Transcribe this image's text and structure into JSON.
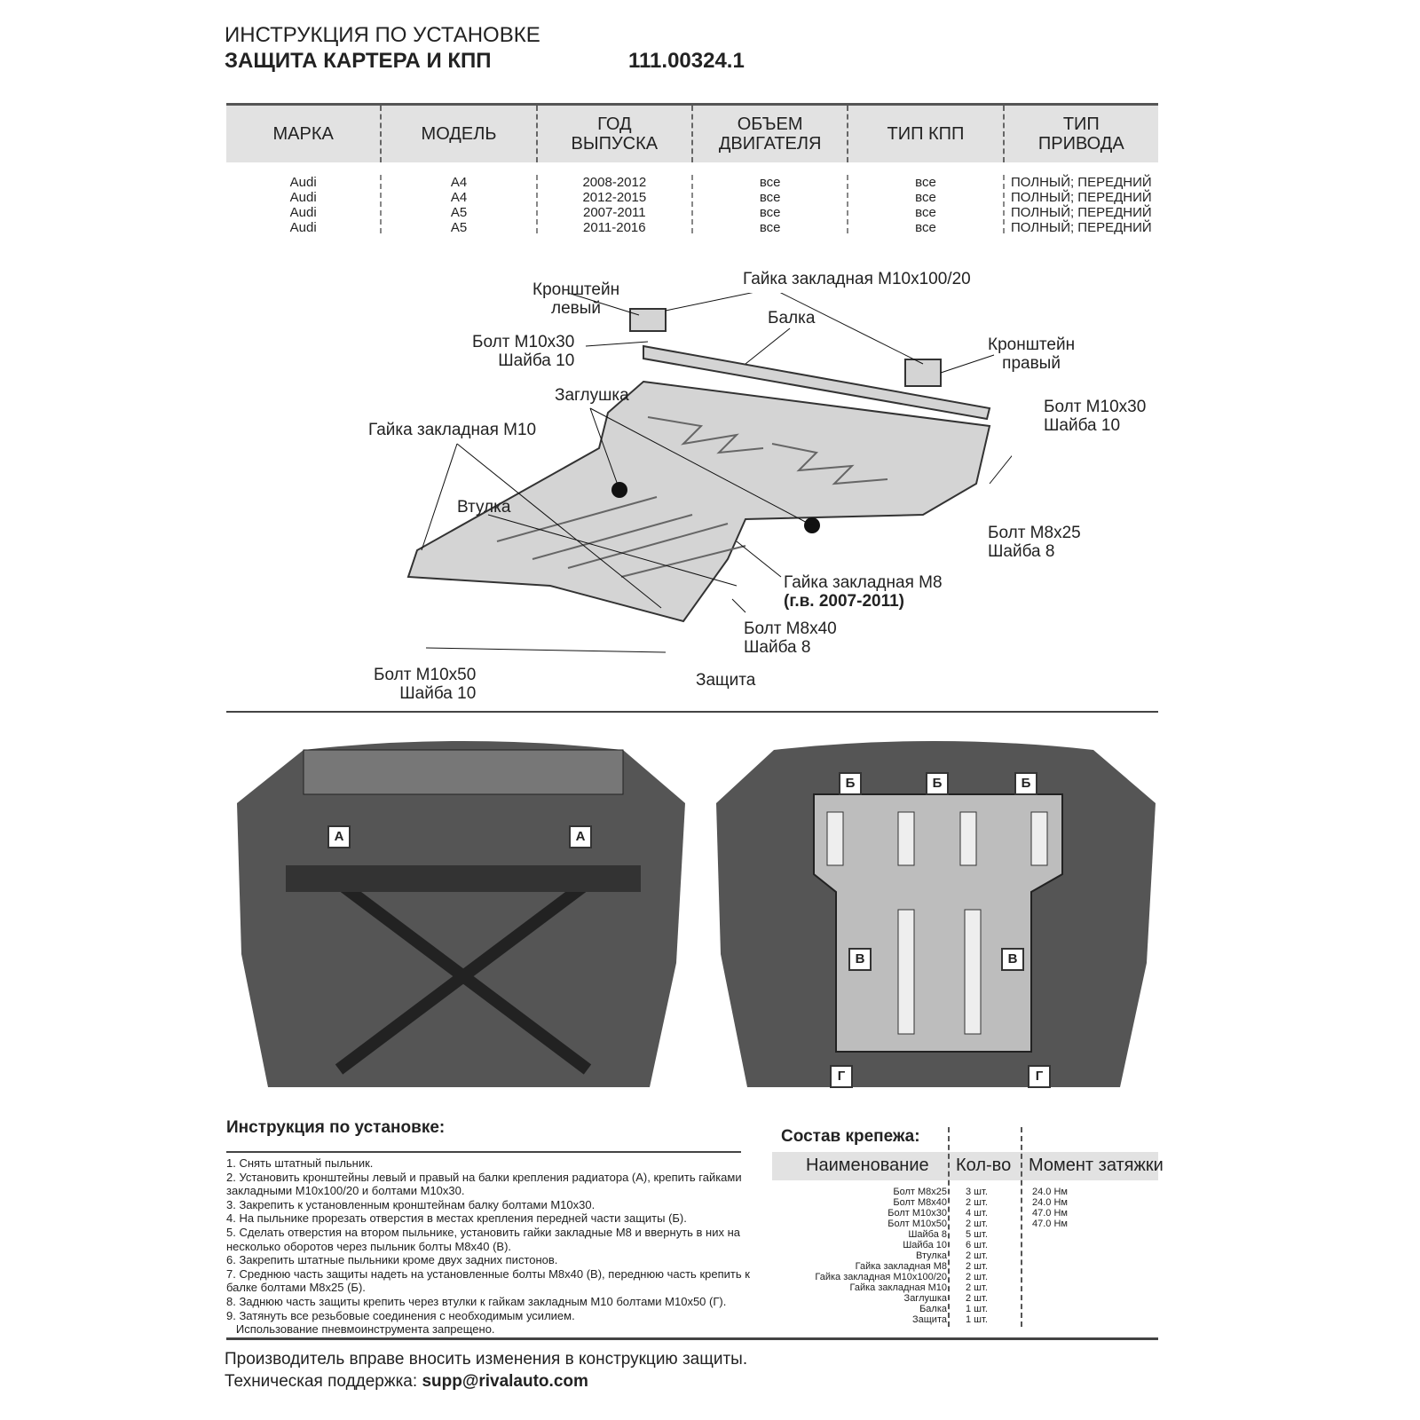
{
  "header": {
    "line1": "ИНСТРУКЦИЯ ПО УСТАНОВКЕ",
    "line2": "ЗАЩИТА КАРТЕРА И КПП",
    "code": "111.00324.1"
  },
  "spec_table": {
    "headers": [
      "МАРКА",
      "МОДЕЛЬ",
      "ГОД\nВЫПУСКА",
      "ОБЪЕМ\nДВИГАТЕЛЯ",
      "ТИП КПП",
      "ТИП\nПРИВОДА"
    ],
    "rows": [
      [
        "Audi",
        "A4",
        "2008-2012",
        "все",
        "все",
        "ПОЛНЫЙ; ПЕРЕДНИЙ"
      ],
      [
        "Audi",
        "A4",
        "2012-2015",
        "все",
        "все",
        "ПОЛНЫЙ; ПЕРЕДНИЙ"
      ],
      [
        "Audi",
        "A5",
        "2007-2011",
        "все",
        "все",
        "ПОЛНЫЙ; ПЕРЕДНИЙ"
      ],
      [
        "Audi",
        "A5",
        "2011-2016",
        "все",
        "все",
        "ПОЛНЫЙ; ПЕРЕДНИЙ"
      ]
    ]
  },
  "diagram_labels": {
    "bracket_left": "Кронштейн\nлевый",
    "nut_m10x100": "Гайка закладная М10х100/20",
    "beam": "Балка",
    "bolt_m10x30_left": "Болт М10х30\nШайба 10",
    "bracket_right": "Кронштейн\nправый",
    "plug": "Заглушка",
    "bolt_m10x30_right": "Болт М10х30\nШайба 10",
    "nut_m10": "Гайка закладная М10",
    "bushing": "Втулка",
    "bolt_m8x25": "Болт М8х25\nШайба 8",
    "nut_m8": "Гайка закладная М8",
    "nut_m8_note": "(г.в. 2007-2011)",
    "bolt_m8x40": "Болт М8х40\nШайба 8",
    "bolt_m10x50": "Болт М10х50\nШайба 10",
    "guard": "Защита"
  },
  "photo_markers": {
    "a": "А",
    "b": "Б",
    "v": "В",
    "g": "Г"
  },
  "instructions": {
    "title": "Инструкция по установке:",
    "steps": [
      "1. Снять штатный пыльник.",
      "2. Установить кронштейны левый и правый на балки крепления радиатора (А), крепить гайками закладными М10х100/20 и болтами М10х30.",
      "3. Закрепить к установленным кронштейнам балку болтами М10х30.",
      "4. На пыльнике прорезать отверстия в местах крепления передней части защиты (Б).",
      "5. Сделать отверстия на втором пыльнике, установить гайки закладные М8 и ввернуть в них на несколько оборотов через пыльник болты М8х40 (В).",
      "6. Закрепить штатные пыльники кроме двух задних пистонов.",
      "7. Среднюю часть защиты надеть на установленные болты М8х40 (В), переднюю часть крепить к балке болтами М8х25 (Б).",
      "8. Заднюю часть защиты крепить через втулки к гайкам закладным М10 болтами М10х50 (Г).",
      "9. Затянуть все резьбовые соединения с необходимым усилием.",
      "   Использование пневмоинструмента запрещено."
    ]
  },
  "fasteners": {
    "title": "Состав крепежа:",
    "headers": [
      "Наименование",
      "Кол-во",
      "Момент затяжки"
    ],
    "names": [
      "Болт М8х25",
      "Болт М8х40",
      "Болт М10х30",
      "Болт М10х50",
      "Шайба 8",
      "Шайба 10",
      "Втулка",
      "Гайка закладная М8",
      "Гайка закладная М10х100/20",
      "Гайка закладная М10",
      "Заглушка",
      "Балка",
      "Защита"
    ],
    "qty": [
      "3 шт.",
      "2 шт.",
      "4 шт.",
      "2 шт.",
      "5 шт.",
      "6 шт.",
      "2 шт.",
      "2 шт.",
      "2 шт.",
      "2 шт.",
      "2 шт.",
      "1 шт.",
      "1 шт."
    ],
    "torque": [
      "24.0 Нм",
      "24.0 Нм",
      "47.0 Нм",
      "47.0 Нм"
    ]
  },
  "footer": {
    "note": "Производитель вправе вносить изменения в конструкцию защиты.",
    "support_label": "Техническая поддержка: ",
    "support_email": "supp@rivalauto.com"
  }
}
